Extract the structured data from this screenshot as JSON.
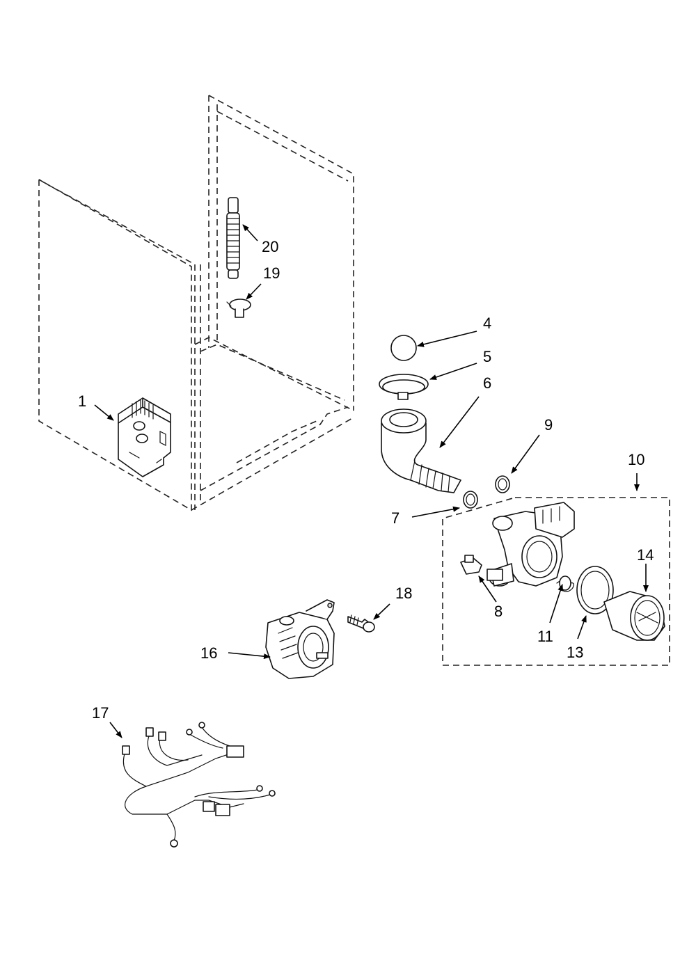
{
  "callouts": {
    "c1": "1",
    "c4": "4",
    "c5": "5",
    "c6": "6",
    "c7": "7",
    "c8": "8",
    "c9": "9",
    "c10": "10",
    "c11": "11",
    "c13": "13",
    "c14": "14",
    "c16": "16",
    "c17": "17",
    "c18": "18",
    "c19": "19",
    "c20": "20"
  }
}
